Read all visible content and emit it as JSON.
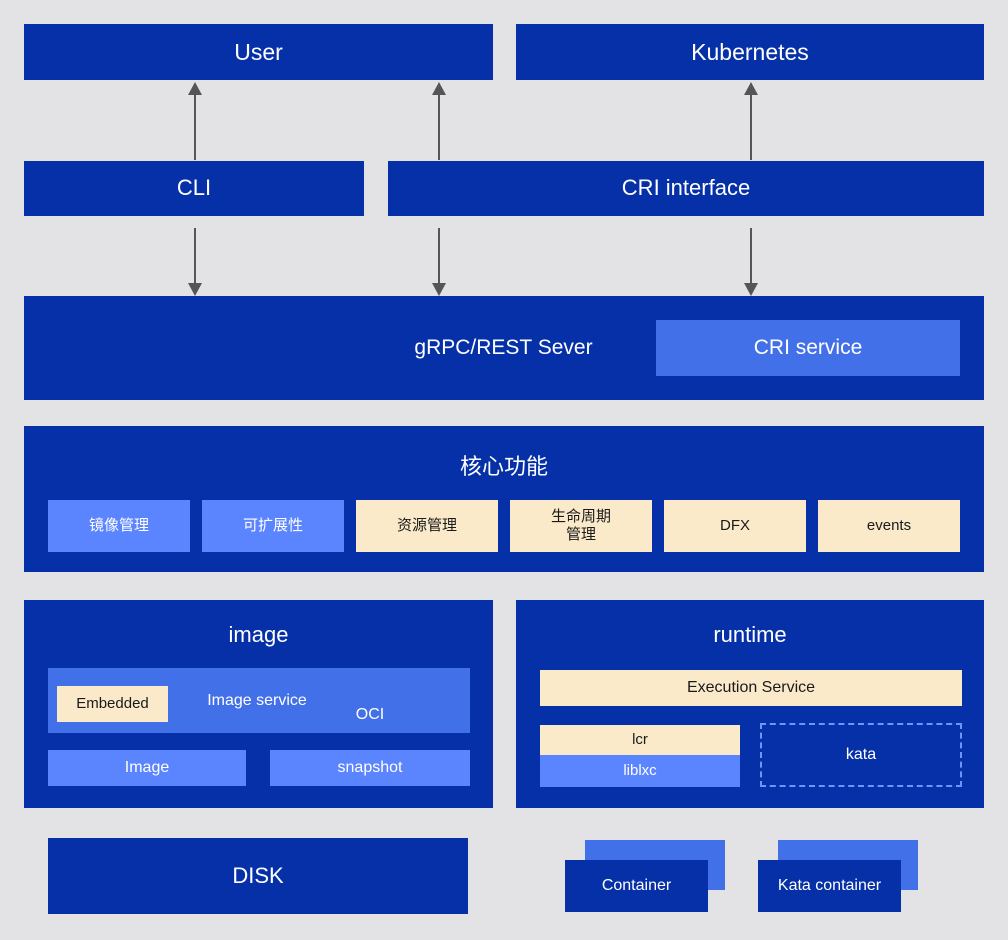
{
  "colors": {
    "background": "#e3e3e5",
    "navy": "#0630a8",
    "mid_blue": "#4270e8",
    "light_blue": "#5b84ff",
    "cream": "#fbeaca",
    "arrow": "#555555"
  },
  "actors": {
    "user": "User",
    "kubernetes": "Kubernetes"
  },
  "entrypoints": {
    "cli": "CLI",
    "cri_interface": "CRI interface"
  },
  "server": {
    "label": "gRPC/REST Sever",
    "cri_service": "CRI service"
  },
  "core": {
    "title": "核心功能",
    "chips": [
      {
        "label": "镜像管理",
        "style": "light"
      },
      {
        "label": "可扩展性",
        "style": "light"
      },
      {
        "label": "资源管理",
        "style": "cream"
      },
      {
        "label": "生命周期\n管理",
        "style": "cream"
      },
      {
        "label": "DFX",
        "style": "cream"
      },
      {
        "label": "events",
        "style": "cream"
      }
    ]
  },
  "image": {
    "title": "image",
    "service_bar": {
      "embedded": "Embedded",
      "service_label": "Image service",
      "oci": "OCI"
    },
    "sub_blocks": [
      {
        "label": "Image"
      },
      {
        "label": "snapshot"
      }
    ]
  },
  "runtime": {
    "title": "runtime",
    "execution_service": "Execution Service",
    "lcr": "lcr",
    "liblxc": "liblxc",
    "kata": "kata"
  },
  "storage": {
    "disk": "DISK"
  },
  "containers": [
    {
      "label": "Container"
    },
    {
      "label": "Kata container"
    }
  ],
  "arrows": {
    "direction_up": "arrow-up",
    "direction_down": "arrow-down",
    "count_up": 3,
    "count_down": 3
  }
}
